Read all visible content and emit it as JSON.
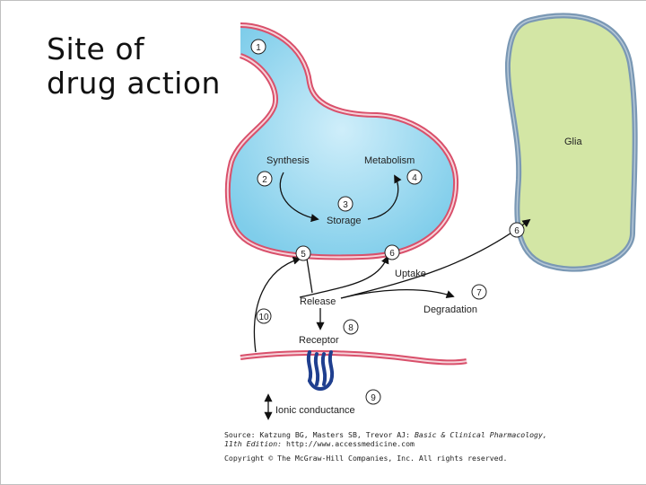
{
  "slide": {
    "title_line1": "Site of",
    "title_line2": "drug action"
  },
  "diagram": {
    "labels": {
      "synthesis": "Synthesis",
      "metabolism": "Metabolism",
      "storage": "Storage",
      "glia": "Glia",
      "uptake": "Uptake",
      "release": "Release",
      "degradation": "Degradation",
      "receptor": "Receptor",
      "ionic_conductance": "Ionic conductance"
    },
    "step_numbers": {
      "n1": "1",
      "n2": "2",
      "n3": "3",
      "n4": "4",
      "n5": "5",
      "n6a": "6",
      "n6b": "6",
      "n7": "7",
      "n8": "8",
      "n9": "9",
      "n10": "10"
    },
    "colors": {
      "terminal_fill": "#a8dff2",
      "membrane": "#d9506b",
      "glia_fill": "#d3e6a5",
      "glia_border": "#7a98b4",
      "receptor": "#1f3f8f"
    }
  },
  "source": {
    "line1_prefix": "Source: Katzung BG, Masters SB, Trevor AJ: ",
    "line1_italic": "Basic & Clinical Pharmacology,",
    "line2_italic": "11th Edition: ",
    "line2_rest": "http://www.accessmedicine.com",
    "copyright": "Copyright © The McGraw-Hill Companies, Inc. All rights reserved."
  }
}
